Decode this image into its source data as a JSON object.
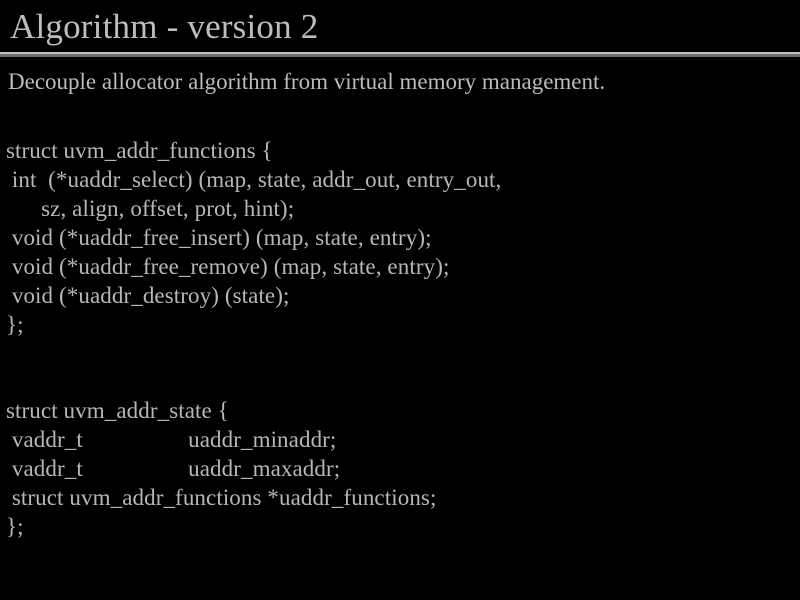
{
  "slide": {
    "title": "Algorithm - version 2",
    "subtitle": "Decouple allocator algorithm from virtual memory management.",
    "background_color": "#000000",
    "text_color": "#b9b9b9",
    "rule_color_light": "#c4c4c4",
    "rule_color_dark": "#6e6e6e",
    "code_blocks": [
      {
        "name": "uvm_addr_functions",
        "lines": [
          "struct uvm_addr_functions {",
          " int  (*uaddr_select) (map, state, addr_out, entry_out,",
          "      sz, align, offset, prot, hint);",
          " void (*uaddr_free_insert) (map, state, entry);",
          " void (*uaddr_free_remove) (map, state, entry);",
          " void (*uaddr_destroy) (state);",
          "};"
        ],
        "text": "struct uvm_addr_functions {\n int  (*uaddr_select) (map, state, addr_out, entry_out,\n      sz, align, offset, prot, hint);\n void (*uaddr_free_insert) (map, state, entry);\n void (*uaddr_free_remove) (map, state, entry);\n void (*uaddr_destroy) (state);\n};"
      },
      {
        "name": "uvm_addr_state",
        "lines": [
          "struct uvm_addr_state {",
          " vaddr_t                  uaddr_minaddr;",
          " vaddr_t                  uaddr_maxaddr;",
          " struct uvm_addr_functions *uaddr_functions;",
          "};"
        ],
        "text": "struct uvm_addr_state {\n vaddr_t                  uaddr_minaddr;\n vaddr_t                  uaddr_maxaddr;\n struct uvm_addr_functions *uaddr_functions;\n};"
      }
    ]
  }
}
